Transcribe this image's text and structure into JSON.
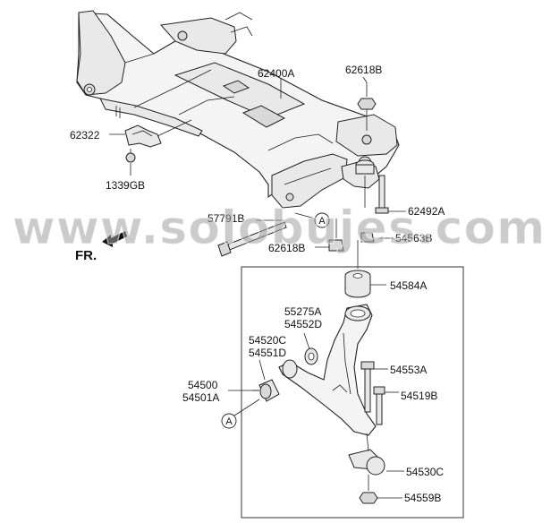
{
  "watermark": {
    "text": "www.solobujes.com",
    "color": "#a0a0a0"
  },
  "direction": {
    "label": "FR."
  },
  "reference_marker": "A",
  "parts": {
    "p62400A": "62400A",
    "p62618B_top": "62618B",
    "p62322": "62322",
    "p1339GB": "1339GB",
    "p57791B": "57791B",
    "p62618B_low": "62618B",
    "p62492A": "62492A",
    "p54563B": "54563B",
    "p54584A": "54584A",
    "p55275A": "55275A",
    "p54552D": "54552D",
    "p54520C": "54520C",
    "p54551D": "54551D",
    "p54553A": "54553A",
    "p54500": "54500",
    "p54501A": "54501A",
    "p54519B": "54519B",
    "p54530C": "54530C",
    "p54559B": "54559B"
  }
}
